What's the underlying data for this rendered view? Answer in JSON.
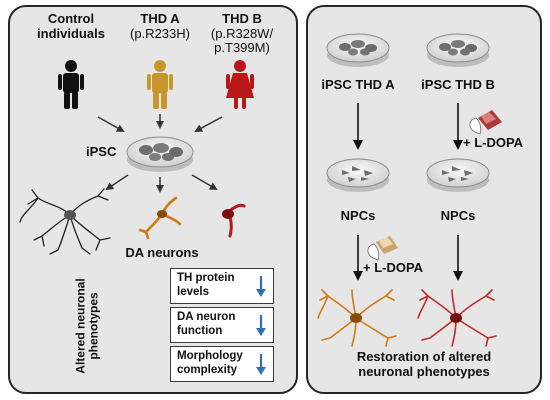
{
  "left_panel": {
    "groups": [
      {
        "name": "Control\nindividuals",
        "sub": "",
        "color": "#111111"
      },
      {
        "name": "THD A",
        "sub": "(p.R233H)",
        "color": "#c8962a"
      },
      {
        "name": "THD B",
        "sub": "(p.R328W/\np.T399M)",
        "color": "#b81818"
      }
    ],
    "ipsc_label": "iPSC",
    "neurons_label": "DA neurons",
    "phenotypes_title": "Altered neuronal\nphenotypes",
    "phenotypes": [
      {
        "label": "TH protein\nlevels",
        "trend": "down"
      },
      {
        "label": "DA neuron\nfunction",
        "trend": "down"
      },
      {
        "label": "Morphology\ncomplexity",
        "trend": "down"
      }
    ]
  },
  "right_panel": {
    "ipsc_a": "iPSC THD A",
    "ipsc_b": "iPSC THD B",
    "treatment_b": "+ L-DOPA",
    "npc_a": "NPCs",
    "npc_b": "NPCs",
    "treatment_a": "+ L-DOPA",
    "outcome": "Restoration of altered\nneuronal phenotypes"
  },
  "colors": {
    "panel_bg": "#e6e6e6",
    "arrow_blue": "#2f6fb7",
    "neuron_control": "#222222",
    "neuron_thd_a": "#d17a12",
    "neuron_thd_b": "#b81818"
  }
}
